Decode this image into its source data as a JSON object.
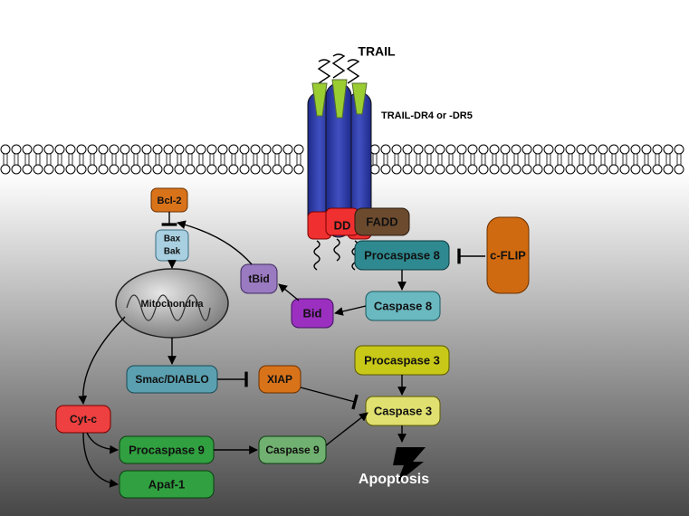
{
  "ligand": {
    "label": "TRAIL"
  },
  "receptor": {
    "label": "TRAIL-DR4 or -DR5",
    "dd_label": "DD"
  },
  "nodes": {
    "fadd": "FADD",
    "procaspase8": "Procaspase 8",
    "cflip": "c-FLIP",
    "caspase8": "Caspase 8",
    "bid": "Bid",
    "tbid": "tBid",
    "bcl2": "Bcl-2",
    "bax": "Bax",
    "bak": "Bak",
    "mitochondria": "Mitochondria",
    "smac": "Smac/DIABLO",
    "xiap": "XIAP",
    "procaspase3": "Procaspase 3",
    "caspase3": "Caspase 3",
    "cytc": "Cyt-c",
    "procaspase9": "Procaspase 9",
    "caspase9": "Caspase 9",
    "apaf1": "Apaf-1",
    "apoptosis": "Apoptosis"
  },
  "colors": {
    "receptor": "#2e3a9e",
    "receptor_tip": "#9acd32",
    "dd": "#f03030",
    "fadd": "#6b4a2e",
    "caspase8_family": "#3aa0a8",
    "cflip": "#d06a10",
    "bid": "#9b30c0",
    "tbid": "#9a7ac0",
    "bcl2": "#d9731a",
    "baxbak": "#a8d0e0",
    "mitochondria": "#999999",
    "smac": "#5aa0b0",
    "xiap": "#d9731a",
    "caspase3_family": "#d8d820",
    "cytc": "#ee4040",
    "caspase9_family": "#30a040",
    "background_top": "#ffffff",
    "background_bottom": "#474747"
  }
}
